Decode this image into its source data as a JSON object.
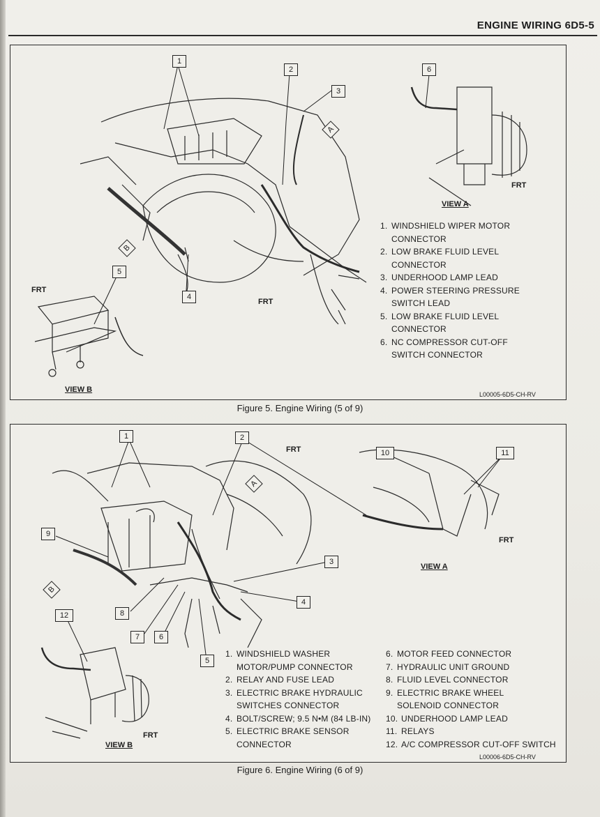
{
  "header": {
    "title": "ENGINE WIRING  6D5-5"
  },
  "figure5": {
    "caption": "Figure 5. Engine Wiring (5 of 9)",
    "code": "L00005-6D5-CH-RV",
    "view_a": "VIEW A",
    "view_b": "VIEW B",
    "frt": "FRT",
    "letter_a": "A",
    "letter_b": "B",
    "callouts": [
      "1",
      "2",
      "3",
      "4",
      "5",
      "6"
    ],
    "legend": [
      {
        "num": "1.",
        "lines": [
          "WINDSHIELD WIPER MOTOR",
          "CONNECTOR"
        ]
      },
      {
        "num": "2.",
        "lines": [
          "LOW BRAKE FLUID LEVEL",
          "CONNECTOR"
        ]
      },
      {
        "num": "3.",
        "lines": [
          "UNDERHOOD LAMP LEAD"
        ]
      },
      {
        "num": "4.",
        "lines": [
          "POWER STEERING PRESSURE",
          "SWITCH LEAD"
        ]
      },
      {
        "num": "5.",
        "lines": [
          "LOW BRAKE FLUID LEVEL",
          "CONNECTOR"
        ]
      },
      {
        "num": "6.",
        "lines": [
          "NC COMPRESSOR CUT-OFF",
          "SWITCH CONNECTOR"
        ]
      }
    ]
  },
  "figure6": {
    "caption": "Figure 6. Engine Wiring (6 of 9)",
    "code": "L00006-6D5-CH-RV",
    "view_a": "VIEW A",
    "view_b": "VIEW B",
    "frt": "FRT",
    "letter_a": "A",
    "letter_b": "B",
    "callouts": [
      "1",
      "2",
      "3",
      "4",
      "5",
      "6",
      "7",
      "8",
      "9",
      "10",
      "11",
      "12"
    ],
    "legend_left": [
      {
        "num": "1.",
        "lines": [
          "WINDSHIELD WASHER",
          "MOTOR/PUMP CONNECTOR"
        ]
      },
      {
        "num": "2.",
        "lines": [
          "RELAY AND FUSE LEAD"
        ]
      },
      {
        "num": "3.",
        "lines": [
          "ELECTRIC BRAKE HYDRAULIC",
          "SWITCHES CONNECTOR"
        ]
      },
      {
        "num": "4.",
        "lines": [
          "BOLT/SCREW; 9.5 N•M (84 LB-IN)"
        ]
      },
      {
        "num": "5.",
        "lines": [
          "ELECTRIC BRAKE SENSOR",
          "CONNECTOR"
        ]
      }
    ],
    "legend_right": [
      {
        "num": "6.",
        "lines": [
          "MOTOR FEED CONNECTOR"
        ]
      },
      {
        "num": "7.",
        "lines": [
          "HYDRAULIC UNIT GROUND"
        ]
      },
      {
        "num": "8.",
        "lines": [
          "FLUID LEVEL CONNECTOR"
        ]
      },
      {
        "num": "9.",
        "lines": [
          "ELECTRIC BRAKE WHEEL",
          "SOLENOID CONNECTOR"
        ]
      },
      {
        "num": "10.",
        "lines": [
          "UNDERHOOD LAMP LEAD"
        ]
      },
      {
        "num": "11.",
        "lines": [
          "RELAYS"
        ]
      },
      {
        "num": "12.",
        "lines": [
          "A/C COMPRESSOR CUT-OFF SWITCH"
        ]
      }
    ]
  }
}
